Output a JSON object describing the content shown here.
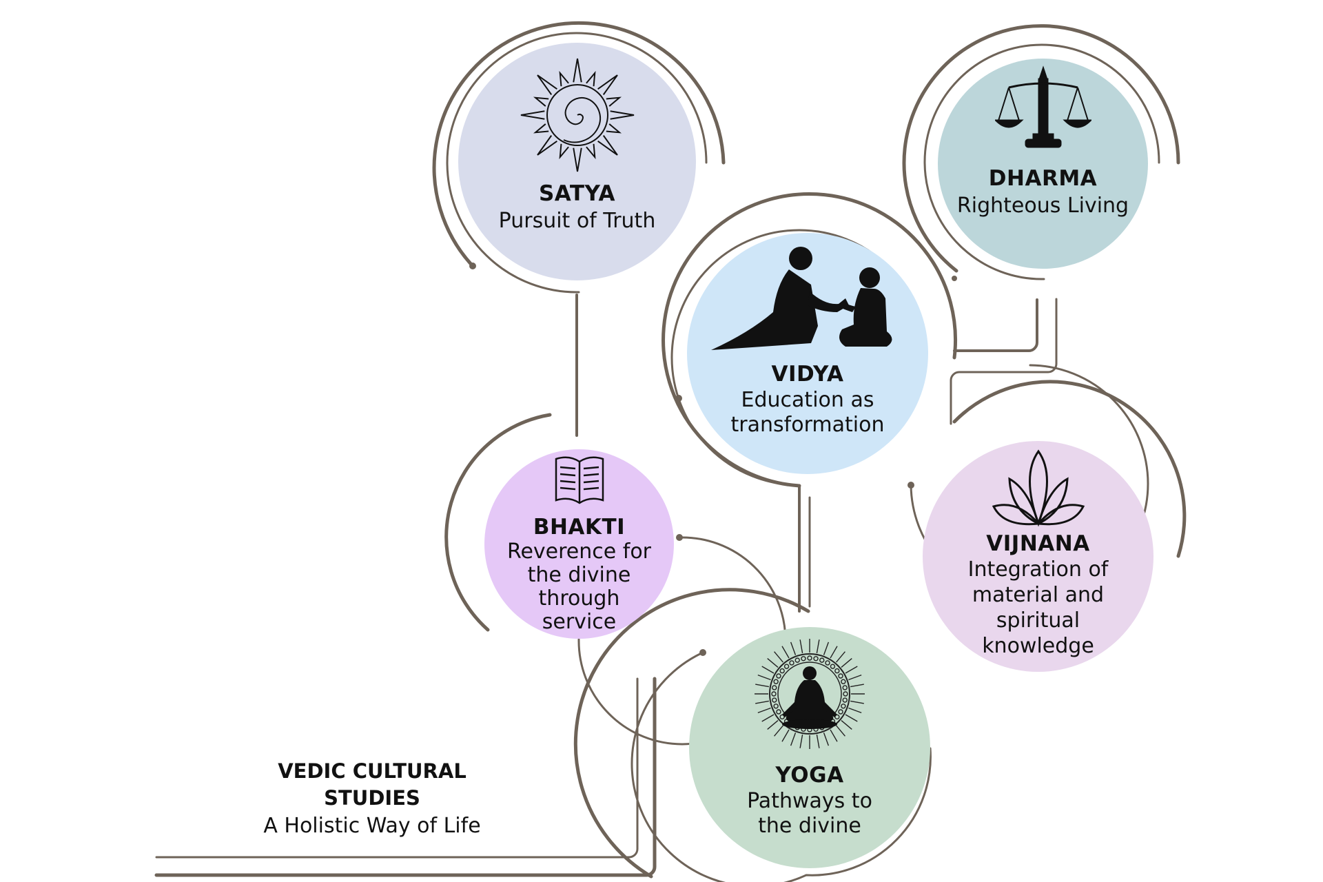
{
  "title": {
    "line1": "VEDIC CULTURAL",
    "line2": "STUDIES",
    "subtitle": "A Holistic Way of Life"
  },
  "nodes": {
    "satya": {
      "title": "SATYA",
      "subtitle": "Pursuit of Truth",
      "icon": "sun-spiral-icon",
      "color": "#d8dcec"
    },
    "dharma": {
      "title": "DHARMA",
      "subtitle": "Righteous Living",
      "icon": "scales-icon",
      "color": "#bcd6da"
    },
    "vidya": {
      "title": "VIDYA",
      "subtitle_line1": "Education as",
      "subtitle_line2": "transformation",
      "icon": "teacher-student-icon",
      "color": "#cfe6f8"
    },
    "bhakti": {
      "title": "BHAKTI",
      "subtitle_line1": "Reverence for",
      "subtitle_line2": "the divine",
      "subtitle_line3": "through",
      "subtitle_line4": "service",
      "icon": "book-icon",
      "color": "#e5c8f7"
    },
    "vijnana": {
      "title": "VIJNANA",
      "subtitle_line1": "Integration of",
      "subtitle_line2": "material and",
      "subtitle_line3": "spiritual",
      "subtitle_line4": "knowledge",
      "icon": "lotus-icon",
      "color": "#e9d7ed"
    },
    "yoga": {
      "title": "YOGA",
      "subtitle_line1": "Pathways to",
      "subtitle_line2": "the divine",
      "icon": "meditation-mandala-icon",
      "color": "#c6ddcd"
    }
  },
  "colors": {
    "connector": "#6e6358"
  }
}
